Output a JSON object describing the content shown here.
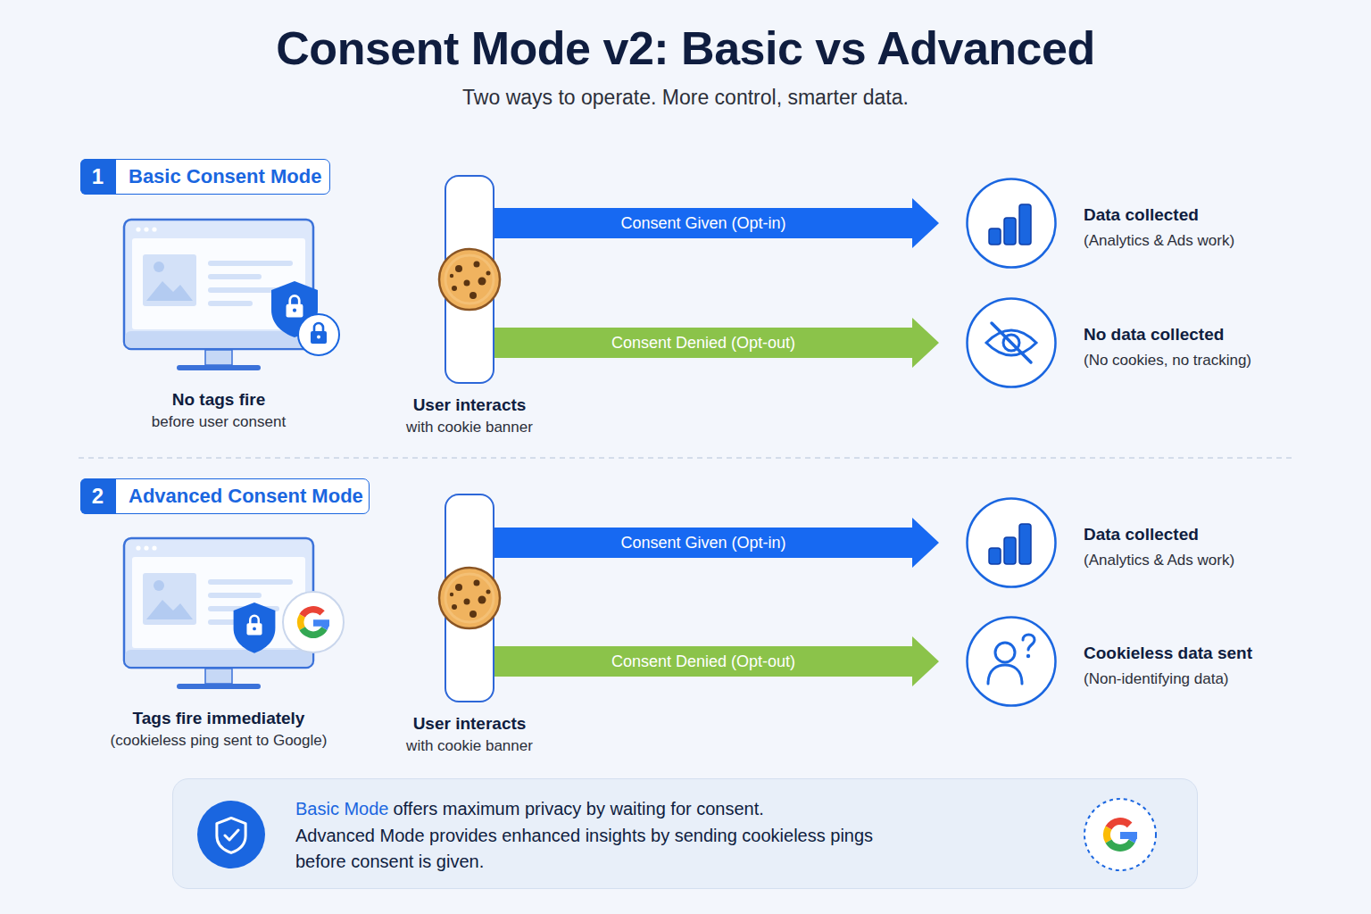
{
  "diagram": {
    "title": "Consent Mode v2: Basic vs Advanced",
    "nodes": [
      {
        "text": [
          "1",
          "Basic Consent Mode"
        ]
      },
      {
        "text": [
          "No tags fire",
          "before user consent"
        ]
      },
      {
        "text": [
          "User interacts",
          "with cookie banner"
        ]
      },
      {
        "text": [
          "Data collected",
          "(Analytics & Ads work)"
        ]
      },
      {
        "text": [
          "No data collected",
          "(No cookies, no tracking)"
        ]
      },
      {
        "text": [
          "2",
          "Advanced Consent Mode"
        ]
      },
      {
        "text": [
          "Tags fire immediately",
          "(cookieless ping sent to Google)"
        ]
      },
      {
        "text": [
          "User interacts",
          "with cookie banner"
        ]
      },
      {
        "text": [
          "Data collected",
          "(Analytics & Ads work)"
        ]
      },
      {
        "text": [
          "Cookieless data sent",
          "(Non-identifying data)"
        ]
      },
      {
        "text": [
          "Basic Mode",
          "offers maximum privacy by waiting for consent.",
          "Advanced Mode provides enhanced insights by sending cookieless pings before consent is given."
        ]
      }
    ],
    "edges": [
      {
        "from": 2,
        "to": 3,
        "arrow": "to",
        "label": "Consent Given (Opt-in)"
      },
      {
        "from": 2,
        "to": 4,
        "arrow": "to",
        "label": "Consent Denied (Opt-out)"
      },
      {
        "from": 7,
        "to": 8,
        "arrow": "to",
        "label": "Consent Given (Opt-in)"
      },
      {
        "from": 7,
        "to": 9,
        "arrow": "to",
        "label": "Consent Denied (Opt-out)"
      }
    ],
    "labels": [
      "Two ways to operate. More control, smarter data."
    ]
  }
}
